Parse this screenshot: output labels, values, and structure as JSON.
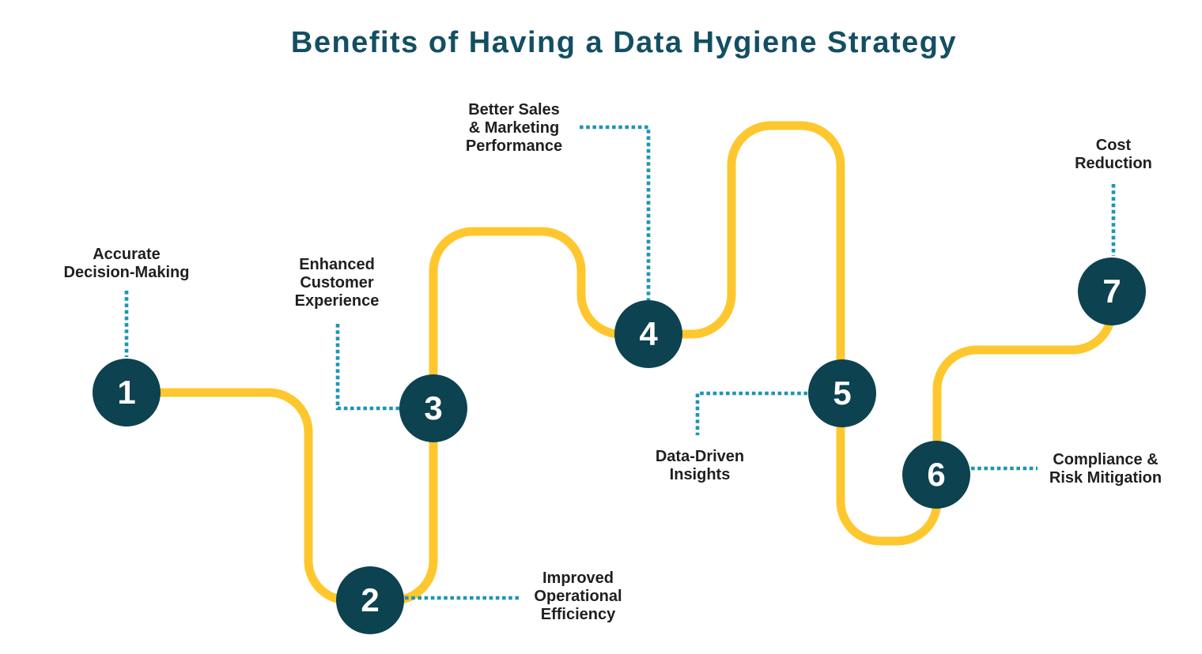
{
  "title": {
    "text": "Benefits of Having a Data Hygiene Strategy"
  },
  "colors": {
    "background": "#FFFFFF",
    "title": "#134F63",
    "circle": "#0D4250",
    "number_text": "#FFFFFF",
    "path_yellow": "#FFC72E",
    "connector_teal": "#1E95B5",
    "label_text": "#1F1F1F"
  },
  "steps": [
    {
      "number": "1",
      "lines": [
        "Accurate",
        "Decision-Making"
      ]
    },
    {
      "number": "2",
      "lines": [
        "Improved",
        "Operational",
        "Efficiency"
      ]
    },
    {
      "number": "3",
      "lines": [
        "Enhanced",
        "Customer",
        "Experience"
      ]
    },
    {
      "number": "4",
      "lines": [
        "Better Sales",
        "& Marketing",
        "Performance"
      ]
    },
    {
      "number": "5",
      "lines": [
        "Data-Driven",
        "Insights"
      ]
    },
    {
      "number": "6",
      "lines": [
        "Compliance &",
        "Risk Mitigation"
      ]
    },
    {
      "number": "7",
      "lines": [
        "Cost",
        "Reduction"
      ]
    }
  ]
}
